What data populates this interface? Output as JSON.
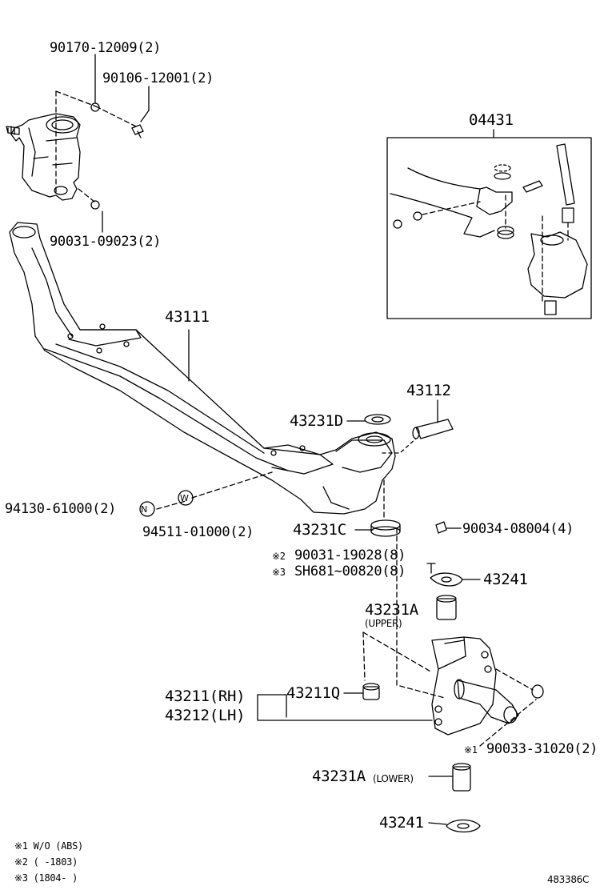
{
  "labels": {
    "p90170": "90170-12009(2)",
    "p90106": "90106-12001(2)",
    "p90031a": "90031-09023(2)",
    "p04431": "04431",
    "p43111": "43111",
    "p43112": "43112",
    "p43231d": "43231D",
    "p94130": "94130-61000(2)",
    "p94511": "94511-01000(2)",
    "p43231c": "43231C",
    "p90034": "90034-08004(4)",
    "mark2": "※2",
    "p90031b": "90031-19028(8)",
    "mark3": "※3",
    "psh681": "SH681~00820(8)",
    "p43241a": "43241",
    "p43231a_up": "43231A",
    "upper": "(UPPER)",
    "p43211": "43211(RH)",
    "p43212": "43212(LH)",
    "p43211q": "43211Q",
    "mark1": "※1",
    "p90033": "90033-31020(2)",
    "p43231a_low": "43231A",
    "lower": "(LOWER)",
    "p43241b": "43241",
    "n_mark": "N",
    "w_mark": "W"
  },
  "notes": [
    "※1 W/O (ABS)",
    "※2 (     -1803)",
    "※3 (1804-     )"
  ],
  "ref_code": "483386C"
}
